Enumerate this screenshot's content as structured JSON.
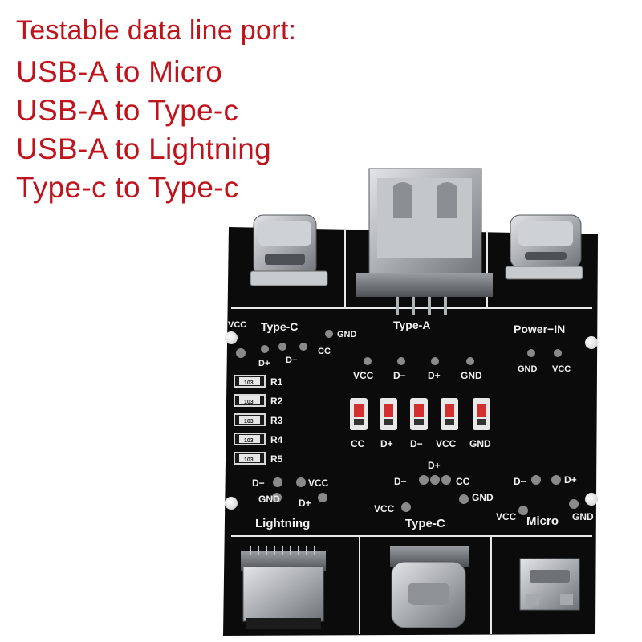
{
  "headline": {
    "title": "Testable data line port:",
    "lines": [
      "USB-A to Micro",
      "USB-A to Type-c",
      "USB-A to Lightning",
      "Type-c to Type-c"
    ]
  },
  "board": {
    "colors": {
      "pcb": "#0b0b0b",
      "silk": "#f2f2f2",
      "metal": "#b9bcbf",
      "pad": "#8a8a8a",
      "led": "#d23030",
      "headline": "#c0141c"
    },
    "top_typec": {
      "label": "Type-C",
      "pins": [
        "D+",
        "D−",
        "CC"
      ],
      "vcc": "VCC",
      "gnd": "GND"
    },
    "top_typea": {
      "label": "Type-A"
    },
    "power_in": {
      "label": "Power−IN",
      "pins": [
        "GND",
        "VCC"
      ]
    },
    "usba_pins": [
      "VCC",
      "D−",
      "D+",
      "GND"
    ],
    "resistors": [
      {
        "name": "R1",
        "value": "103"
      },
      {
        "name": "R2",
        "value": "103"
      },
      {
        "name": "R3",
        "value": "103"
      },
      {
        "name": "R4",
        "value": "103"
      },
      {
        "name": "R5",
        "value": "103"
      }
    ],
    "leds": [
      "CC",
      "D+",
      "D−",
      "VCC",
      "GND"
    ],
    "lightning": {
      "label": "Lightning",
      "pins": [
        "D−",
        "VCC",
        "GND",
        "D+"
      ]
    },
    "bottom_typec": {
      "label": "Type-C",
      "pins": [
        "D+",
        "D−",
        "CC",
        "VCC",
        "GND"
      ]
    },
    "micro": {
      "label": "Micro",
      "pins": [
        "D−",
        "D+",
        "VCC",
        "GND"
      ]
    }
  }
}
